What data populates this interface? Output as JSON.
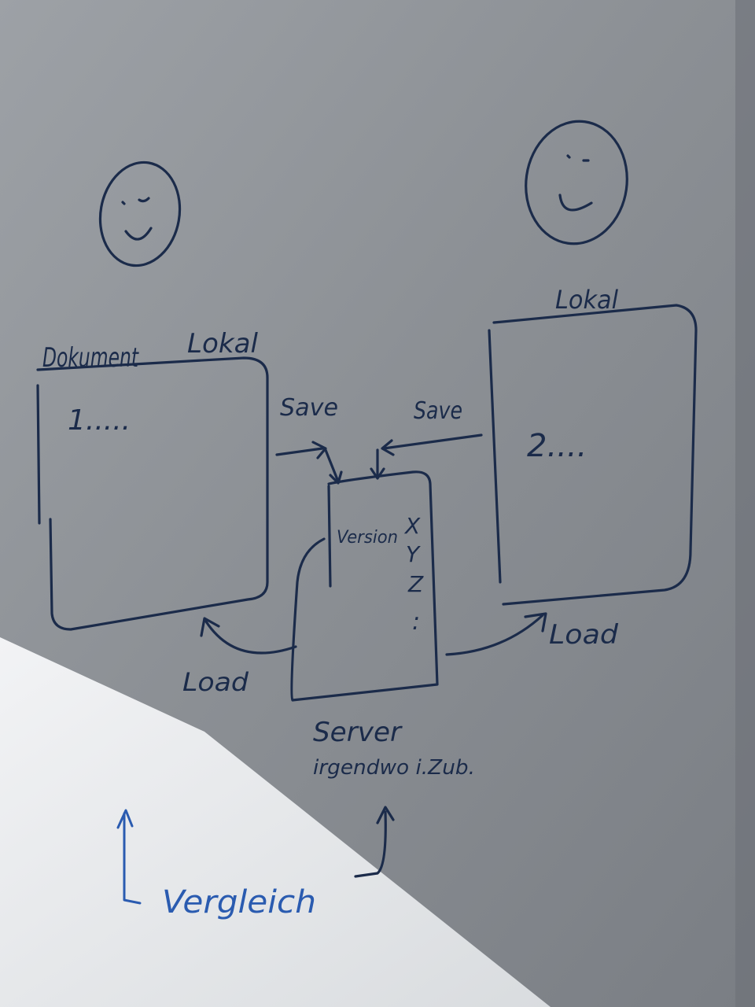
{
  "colors": {
    "marker_dark": "#1b2b4a",
    "marker_blue": "#2a5bb0",
    "board_light": "#e9ebee",
    "board_shadow": "#6f747b"
  },
  "left_user": {
    "label_doc": "Dokument",
    "label_local": "Lokal",
    "content": "1....."
  },
  "right_user": {
    "label_local": "Lokal",
    "content": "2...."
  },
  "server": {
    "version_label": "Version",
    "versions": [
      "X",
      "Y",
      "Z",
      ":"
    ],
    "caption_line1": "Server",
    "caption_line2": "irgendwo i.Zub."
  },
  "arrows": {
    "left_save": "Save",
    "right_save": "Save",
    "left_load": "Load",
    "right_load": "Load"
  },
  "bottom": {
    "compare_label": "Vergleich"
  },
  "icons": [
    "smiley-face-icon",
    "smiley-face-icon"
  ]
}
